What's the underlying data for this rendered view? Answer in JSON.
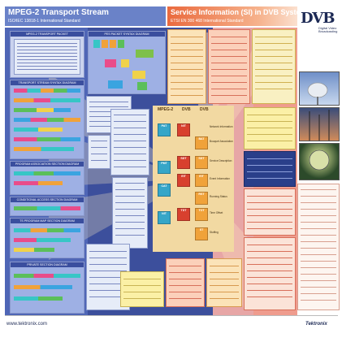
{
  "header": {
    "left_title": "MPEG-2 Transport Stream",
    "left_subtitle": "ISO/IEC 13818-1 International Standard",
    "right_title": "Service Information (SI) in DVB Systems",
    "right_subtitle": "ETSI EN 300 468 International Standard"
  },
  "logo": {
    "wordmark": "DVB",
    "tagline": "Digital Video Broadcasting"
  },
  "panels": {
    "ts_packet": "MPEG-2 TRANSPORT PACKET",
    "pes_packet": "PES PACKET SYNTAX DIAGRAM",
    "ts_stream": "TRANSPORT STREAM SYNTAX DIAGRAM",
    "pat": "PROGRAM ASSOCIATION SECTION DIAGRAM",
    "cat": "CONDITIONAL ACCESS SECTION DIAGRAM",
    "pmt": "TS PROGRAM MAP SECTION DIAGRAM",
    "private": "PRIVATE SECTION DIAGRAM"
  },
  "central": {
    "col_mpeg2": "MPEG-2",
    "col_dvb_req": "DVB",
    "col_dvb_opt": "DVB",
    "tables_mpeg2": [
      "PAT",
      "PMT",
      "CAT",
      "NIT"
    ],
    "tables_dvb_req": [
      "NIT",
      "SDT",
      "EIT",
      "TDT"
    ],
    "tables_dvb_opt": [
      "BAT",
      "SDT",
      "EIT",
      "RST",
      "TOT",
      "ST"
    ],
    "labels": [
      "Network Information",
      "Bouquet Association",
      "Service Description",
      "Event Information",
      "Running Status",
      "Time Offset",
      "Stuffing"
    ]
  },
  "footer": {
    "url": "www.tektronix.com",
    "brand": "Tektronix"
  },
  "colors": {
    "left_blue": "#4f66b6",
    "header_orange": "#ea6a3e",
    "central_tan": "#f2d9a2",
    "pink": "#e7a6a6"
  }
}
